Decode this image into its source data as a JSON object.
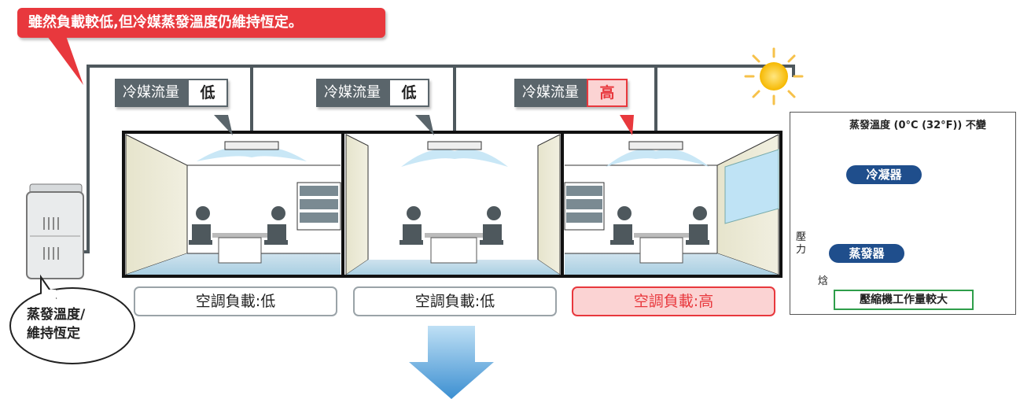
{
  "headline": "雖然負載較低,但冷媒蒸發溫度仍維持恆定。",
  "rooms": [
    {
      "flow_label": "冷媒流量",
      "flow_value": "低",
      "load_text": "空調負載:低",
      "highlight": false
    },
    {
      "flow_label": "冷媒流量",
      "flow_value": "低",
      "load_text": "空調負載:低",
      "highlight": false
    },
    {
      "flow_label": "冷媒流量",
      "flow_value": "高",
      "load_text": "空調負載:高",
      "highlight": true
    }
  ],
  "outdoor_unit_bubble": {
    "line1": "蒸發溫度/",
    "line2": "維持恆定"
  },
  "graph": {
    "title": "蒸發溫度 (0°C (32°F)) 不變",
    "condenser_label": "冷凝器",
    "evaporator_label": "蒸發器",
    "y_axis_label": "壓力",
    "x_axis_label": "焓",
    "compressor_note": "壓縮機工作量較大"
  },
  "colors": {
    "banner_red": "#e8383d",
    "flow_label_gray": "#5a656b",
    "high_pink": "#fbd3d3",
    "graph_blue": "#1f4e8c",
    "graph_green": "#a8d59a",
    "arrow_blue": "#5aa2da"
  }
}
